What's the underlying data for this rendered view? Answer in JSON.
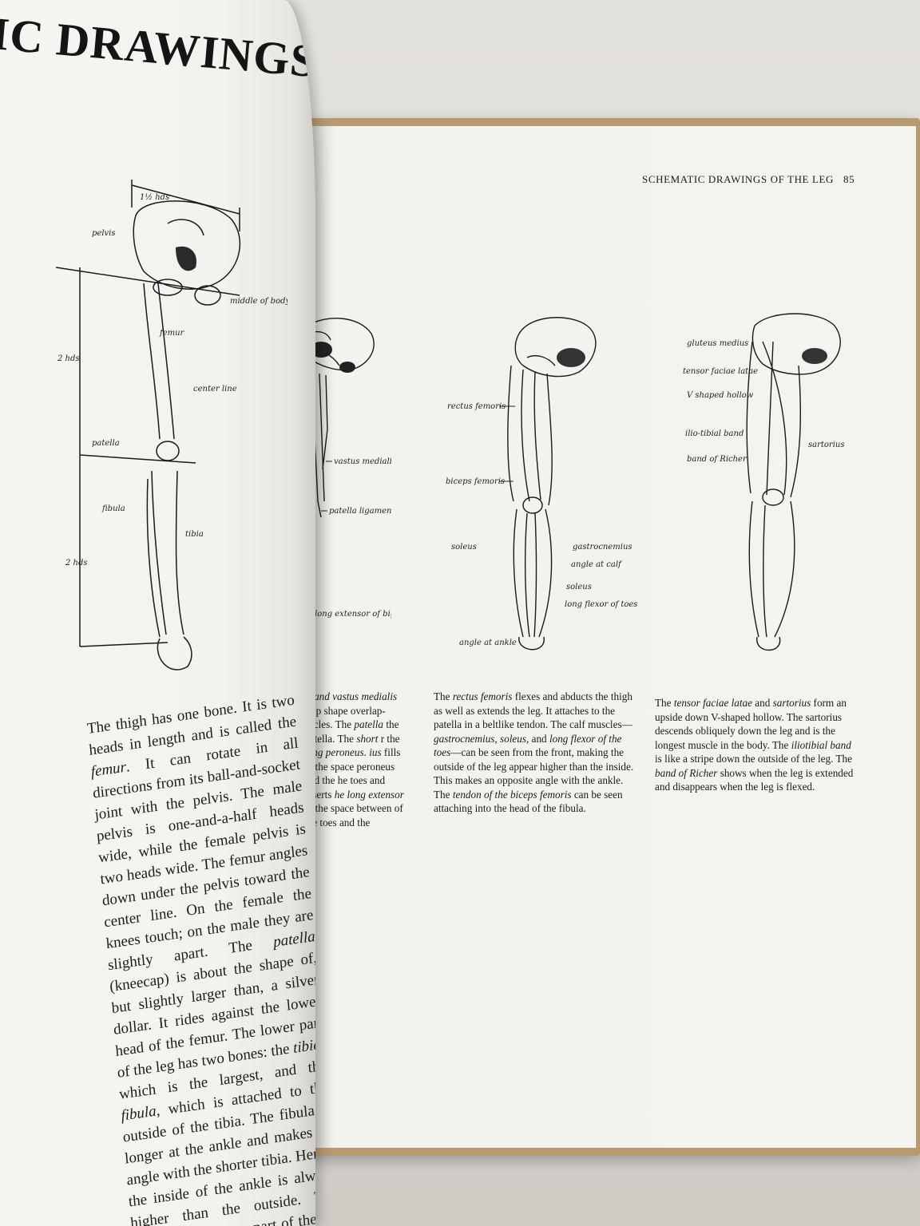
{
  "left_page": {
    "title": "IC DRAWINGS",
    "figure_labels": {
      "width": "1½ hds",
      "pelvis": "pelvis",
      "middle_of_body": "middle of body",
      "femur": "femur",
      "center_line": "center line",
      "two_hds_upper": "2 hds",
      "patella": "patella",
      "fibula": "fibula",
      "tibia": "tibia",
      "two_hds_lower": "2 hds"
    },
    "body_segments": [
      {
        "t": "The thigh has one bone. It is two heads in length and is called the "
      },
      {
        "t": "femur",
        "i": true
      },
      {
        "t": ". It can rotate in all directions from its ball-and-socket joint with the pelvis. The male pelvis is one-and-a-half heads wide, while the female pelvis is two heads wide. The femur angles down under the pelvis toward the center line. On the female the knees touch; on the male they are slightly apart. The "
      },
      {
        "t": "patella",
        "i": true
      },
      {
        "t": " (kneecap) is about the shape of, but slightly larger than, a silver dollar. It rides against the lower head of the femur. The lower part of the leg has two bones: the "
      },
      {
        "t": "tibia",
        "i": true
      },
      {
        "t": ", which is the largest, and the "
      },
      {
        "t": "fibula",
        "i": true
      },
      {
        "t": ", which is attached to the outside of the tibia. The fibula is longer at the ankle and makes an angle with the shorter tibia. Hence the inside of the ankle is always higher than the outside. The length of the lower part of the leg is two heads."
      }
    ]
  },
  "right_page": {
    "running_head": "SCHEMATIC DRAWINGS OF THE LEG",
    "page_number": "85",
    "figure_a_labels": {
      "vastus_medialis": "vastus medialis",
      "patella_ligament": "patella ligament",
      "long_extensor": "long extensor of big toe"
    },
    "figure_b_labels": {
      "rectus_femoris": "rectus femoris",
      "biceps_femoris": "biceps femoris",
      "soleus_left": "soleus",
      "gastrocnemius": "gastrocnemius",
      "angle_at_calf": "angle at calf",
      "soleus_right": "soleus",
      "long_flexor": "long flexor of toes",
      "angle_at_ankle": "angle at ankle"
    },
    "figure_c_labels": {
      "gluteus_medius": "gluteus medius",
      "tensor_faciae_latae": "tensor faciae latae",
      "v_shaped_hollow": "V shaped hollow",
      "iliotibial_band": "ilio-tibial band",
      "sartorius": "sartorius",
      "band_of_richer": "band of Richer"
    },
    "col_a_segments": [
      {
        "t": "is and ",
        "i": true
      },
      {
        "t": "vastus medialis",
        "i": true
      },
      {
        "t": " lrop shape overlap- uscles. The "
      },
      {
        "t": "patella",
        "i": true
      },
      {
        "t": " the patella. The "
      },
      {
        "t": "short",
        "i": true
      },
      {
        "t": " r the "
      },
      {
        "t": "long peroneus",
        "i": true
      },
      {
        "t": ". "
      },
      {
        "t": "ius",
        "i": true
      },
      {
        "t": " fills in the space peroneus and the he toes and inserts "
      },
      {
        "t": "he long extensor of",
        "i": true
      },
      {
        "t": " the space between of the toes and the"
      }
    ],
    "col_b_segments": [
      {
        "t": "The "
      },
      {
        "t": "rectus femoris",
        "i": true
      },
      {
        "t": " flexes and abducts the thigh as well as extends the leg. It attaches to the patella in a beltlike tendon. The calf muscles—"
      },
      {
        "t": "gastrocnemius, soleus,",
        "i": true
      },
      {
        "t": " and "
      },
      {
        "t": "long flexor of the toes",
        "i": true
      },
      {
        "t": "—can be seen from the front, making the outside of the leg appear higher than the inside. This makes an opposite angle with the ankle. The "
      },
      {
        "t": "tendon of the biceps femoris",
        "i": true
      },
      {
        "t": " can be seen attaching into the head of the fibula."
      }
    ],
    "col_c_segments": [
      {
        "t": "The "
      },
      {
        "t": "tensor faciae latae",
        "i": true
      },
      {
        "t": " and "
      },
      {
        "t": "sartorius",
        "i": true
      },
      {
        "t": " form an upside down V-shaped hollow. The sartorius descends obliquely down the leg and is the longest muscle in the body. The "
      },
      {
        "t": "iliotibial band",
        "i": true
      },
      {
        "t": " is like a stripe down the outside of the leg. The "
      },
      {
        "t": "band of Richer",
        "i": true
      },
      {
        "t": " shows when the leg is extended and disappears when the leg is flexed."
      }
    ]
  }
}
